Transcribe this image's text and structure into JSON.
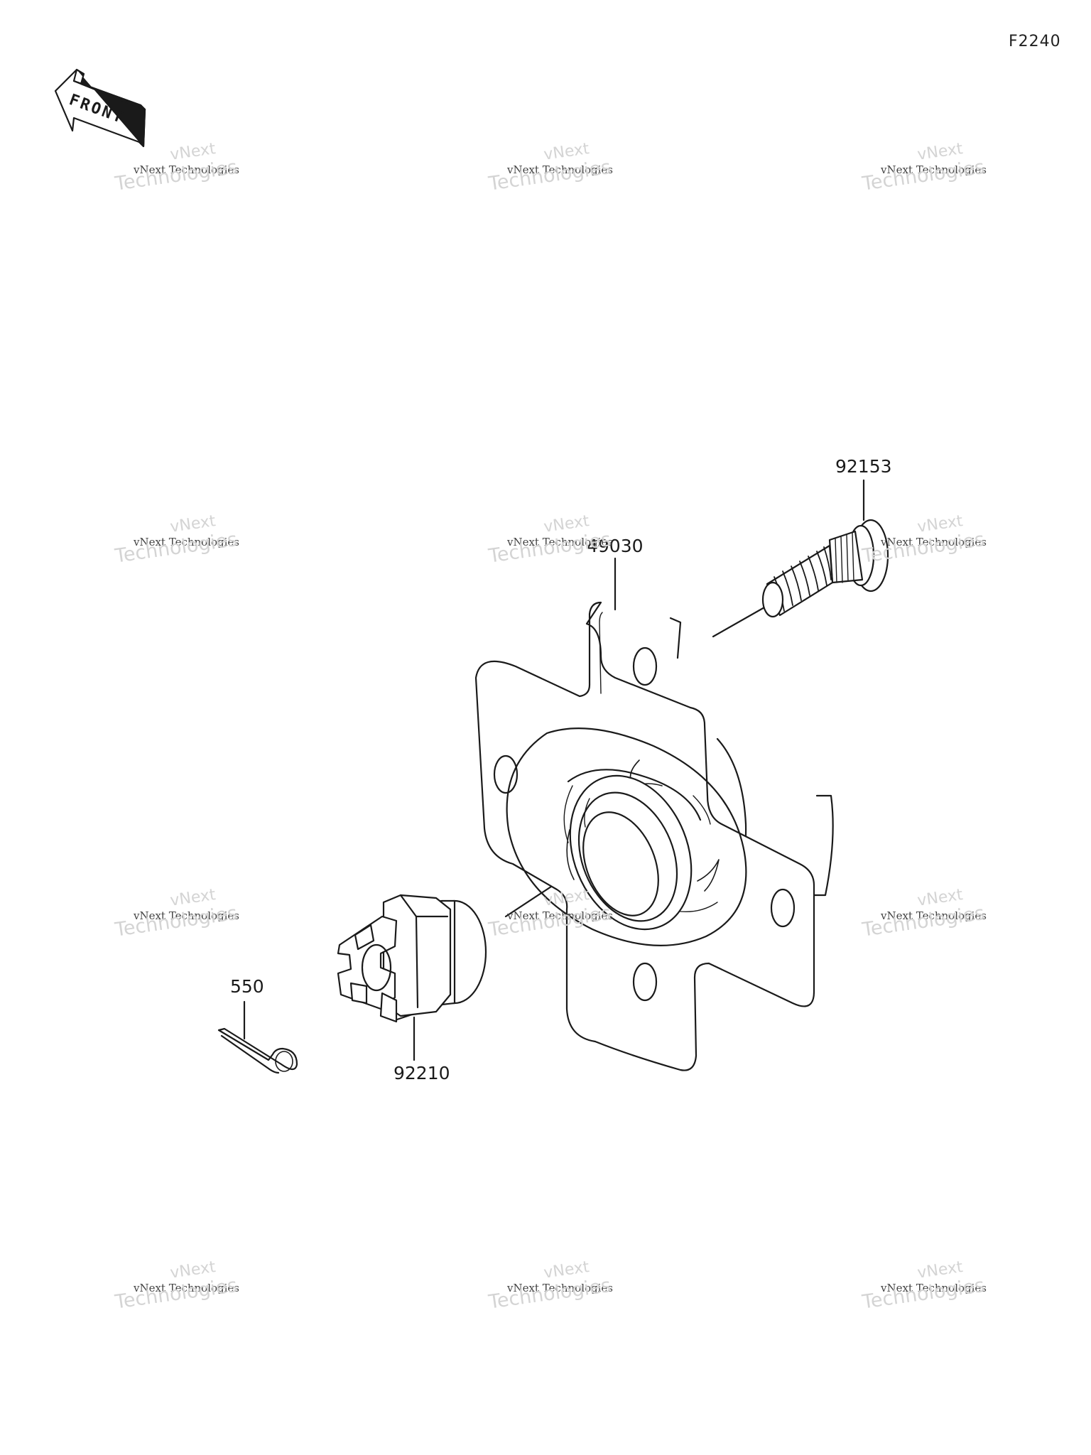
{
  "figure_code": "F2240",
  "front_badge": {
    "text": "FRONT",
    "icon": "front-direction-arrow-icon"
  },
  "parts": [
    {
      "number": "92153",
      "name_key": "wheel-stud"
    },
    {
      "number": "49030",
      "name_key": "wheel-hub"
    },
    {
      "number": "550",
      "name_key": "cotter-pin"
    },
    {
      "number": "92210",
      "name_key": "castle-nut"
    }
  ],
  "watermark": {
    "line1": "vNext",
    "line2": "vNext Technologies",
    "line3": "Technologies"
  },
  "colors": {
    "line": "#1a1a1a",
    "watermark": "#d4d4d4",
    "background": "#ffffff"
  }
}
